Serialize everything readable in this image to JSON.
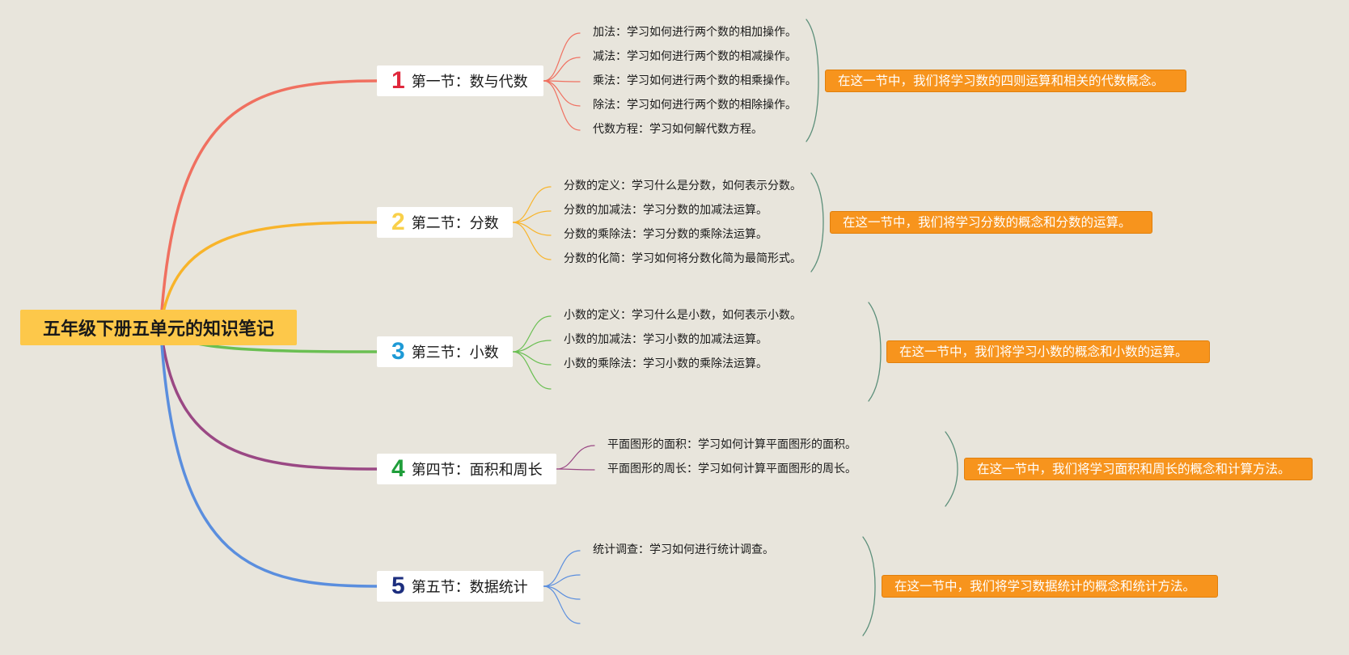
{
  "title": "五年级下册五单元的知识笔记",
  "colors": {
    "background": "#e8e5dc",
    "root_fill": "#fdc84a",
    "summary_fill": "#f7941d",
    "bracket": "#5c8f7a"
  },
  "sections": [
    {
      "number": "1",
      "title": "第一节：数与代数",
      "color": "#f07060",
      "number_color": "#e0283c",
      "items": [
        "加法：学习如何进行两个数的相加操作。",
        "减法：学习如何进行两个数的相减操作。",
        "乘法：学习如何进行两个数的相乘操作。",
        "除法：学习如何进行两个数的相除操作。",
        "代数方程：学习如何解代数方程。"
      ],
      "summary": "在这一节中，我们将学习数的四则运算和相关的代数概念。"
    },
    {
      "number": "2",
      "title": "第二节：分数",
      "color": "#f8b42a",
      "number_color": "#f9d04a",
      "items": [
        "分数的定义：学习什么是分数，如何表示分数。",
        "分数的加减法：学习分数的加减法运算。",
        "分数的乘除法：学习分数的乘除法运算。",
        "分数的化简：学习如何将分数化简为最简形式。"
      ],
      "summary": "在这一节中，我们将学习分数的概念和分数的运算。"
    },
    {
      "number": "3",
      "title": "第三节：小数",
      "color": "#6abf52",
      "number_color": "#1e9ad6",
      "items": [
        "小数的定义：学习什么是小数，如何表示小数。",
        "小数的加减法：学习小数的加减法运算。",
        "小数的乘除法：学习小数的乘除法运算。",
        ""
      ],
      "summary": "在这一节中，我们将学习小数的概念和小数的运算。"
    },
    {
      "number": "4",
      "title": "第四节：面积和周长",
      "color": "#9a4884",
      "number_color": "#1f9e3a",
      "items": [
        "平面图形的面积：学习如何计算平面图形的面积。",
        "平面图形的周长：学习如何计算平面图形的周长。"
      ],
      "summary": "在这一节中，我们将学习面积和周长的概念和计算方法。"
    },
    {
      "number": "5",
      "title": "第五节：数据统计",
      "color": "#5a8ede",
      "number_color": "#1c2e7e",
      "items": [
        "统计调查：学习如何进行统计调查。",
        "",
        "",
        ""
      ],
      "summary": "在这一节中，我们将学习数据统计的概念和统计方法。"
    }
  ]
}
